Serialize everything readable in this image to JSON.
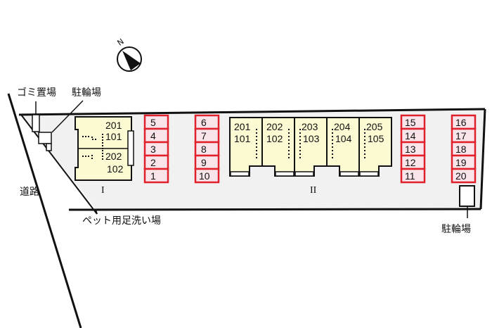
{
  "title": "Site layout",
  "compass": {
    "label": "N"
  },
  "labels": {
    "garbage": "ゴミ置場",
    "bike_top": "駐輪場",
    "road": "道路",
    "pet_wash": "ペット用足洗い場",
    "bike_bottom": "駐輪場"
  },
  "buildings": {
    "one": {
      "name": "I",
      "units": [
        "201",
        "101",
        "202",
        "102"
      ]
    },
    "two": {
      "name": "II",
      "units": [
        {
          "upper": "201",
          "lower": "101"
        },
        {
          "upper": "202",
          "lower": "102"
        },
        {
          "upper": "203",
          "lower": "103"
        },
        {
          "upper": "204",
          "lower": "104"
        },
        {
          "upper": "205",
          "lower": "105"
        }
      ]
    }
  },
  "parking": {
    "columns": [
      [
        "5",
        "4",
        "3",
        "2",
        "1"
      ],
      [
        "6",
        "7",
        "8",
        "9",
        "10"
      ],
      [
        "15",
        "14",
        "13",
        "12",
        "11"
      ],
      [
        "16",
        "17",
        "18",
        "19",
        "20"
      ]
    ]
  },
  "colors": {
    "site": "#f1f1f1",
    "building": "#fcfad2",
    "parking_border": "#e0202a",
    "parking_fill": "#f9e4ea"
  }
}
